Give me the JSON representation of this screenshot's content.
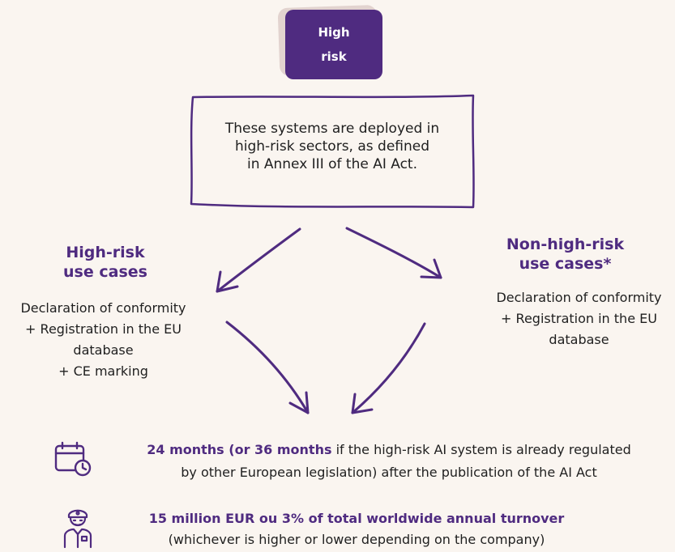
{
  "badge": {
    "line1": "High",
    "line2": "risk",
    "color": "#4f2b80"
  },
  "description": {
    "line1": "These systems are deployed in",
    "line2": "high-risk sectors, as defined",
    "line3": "in Annex III of the AI Act."
  },
  "left": {
    "heading_line1": "High-risk",
    "heading_line2": "use cases",
    "items": [
      "Declaration of conformity",
      "+ Registration in the EU",
      "database",
      "+ CE marking"
    ]
  },
  "right": {
    "heading_line1": "Non-high-risk",
    "heading_line2": "use cases*",
    "items": [
      "Declaration of conformity",
      "+ Registration in the EU",
      "database"
    ]
  },
  "timeline": {
    "icon": "calendar-clock-icon",
    "bold": "24 months (or 36 months",
    "rest_line1": " if the high-risk AI system is already regulated",
    "line2": "by other European legislation)  after the publication of the AI Act"
  },
  "penalty": {
    "icon": "officer-icon",
    "bold": "15 million EUR ou 3% of total worldwide annual turnover",
    "line2": "(whichever is higher or lower depending on the company)"
  },
  "colors": {
    "accent": "#4f2b80",
    "background": "#faf5f0"
  }
}
